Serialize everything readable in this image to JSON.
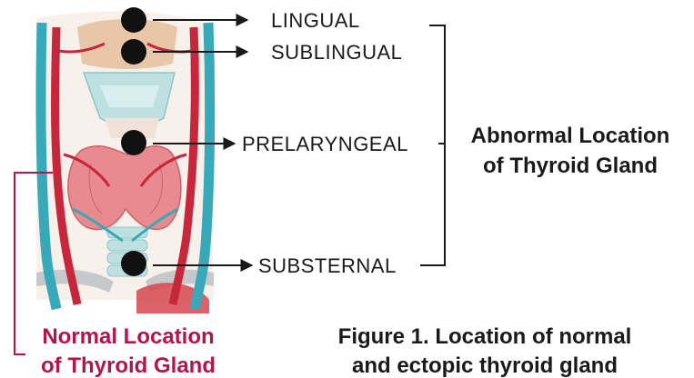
{
  "labels": {
    "lingual": "LINGUAL",
    "sublingual": "SUBLINGUAL",
    "prelaryngeal": "PRELARYNGEAL",
    "substernal": "SUBSTERNAL"
  },
  "abnormal": {
    "line1": "Abnormal Location",
    "line2": "of Thyroid Gland"
  },
  "normal": {
    "line1": "Normal Location",
    "line2": "of Thyroid Gland"
  },
  "caption": {
    "line1": "Figure 1. Location of normal",
    "line2": "and ectopic thyroid gland"
  },
  "colors": {
    "accent": "#b5134a",
    "text": "#1a1a1a",
    "artery": "#c7263b",
    "vein": "#38a9b8",
    "thyroid": "#e88a8f",
    "cartilage": "#bfe0e1",
    "tissue": "#e8c7a8"
  }
}
